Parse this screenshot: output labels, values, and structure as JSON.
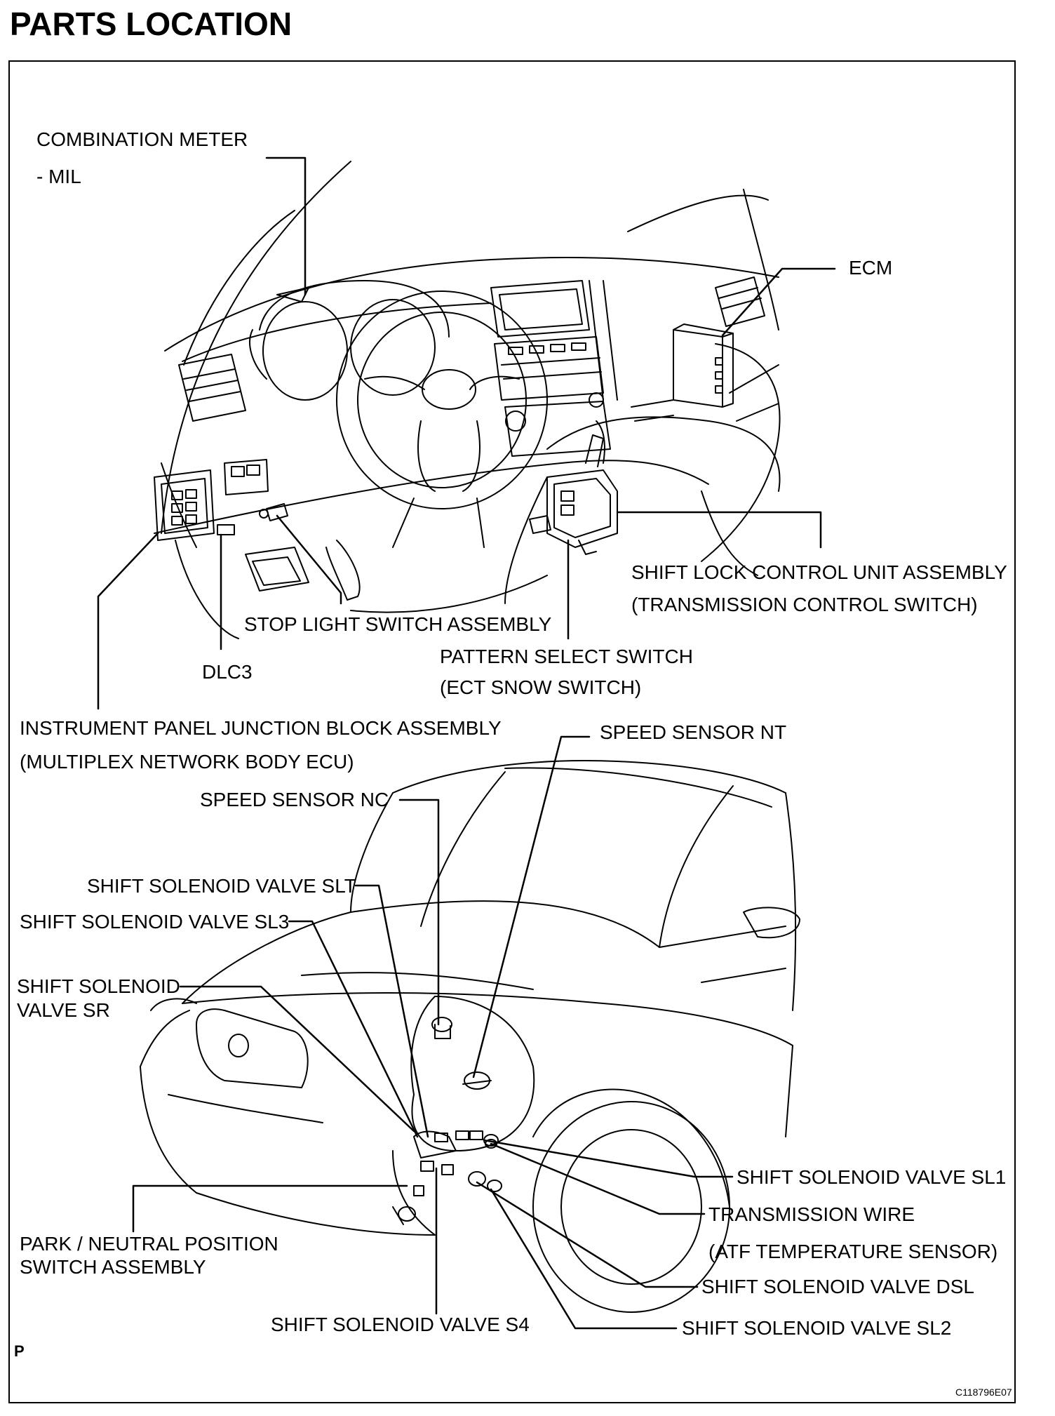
{
  "title": "PARTS LOCATION",
  "figure_id": "C118796E07",
  "corner_mark": "P",
  "labels": {
    "combination_meter": "COMBINATION METER",
    "mil": "- MIL",
    "ecm": "ECM",
    "shift_lock_1": "SHIFT LOCK CONTROL UNIT ASSEMBLY",
    "shift_lock_2": "(TRANSMISSION CONTROL SWITCH)",
    "stop_light": "STOP LIGHT SWITCH ASSEMBLY",
    "pattern_select_1": "PATTERN SELECT SWITCH",
    "pattern_select_2": "(ECT SNOW SWITCH)",
    "dlc3": "DLC3",
    "ip_junction_1": "INSTRUMENT PANEL JUNCTION BLOCK ASSEMBLY",
    "ip_junction_2": "(MULTIPLEX NETWORK BODY ECU)",
    "speed_nt": "SPEED SENSOR  NT",
    "speed_nc": "SPEED SENSOR   NC",
    "sol_slt": "SHIFT SOLENOID VALVE SLT",
    "sol_sl3": "SHIFT SOLENOID VALVE SL3",
    "sol_sr_1": "SHIFT SOLENOID",
    "sol_sr_2": "VALVE SR",
    "sol_sl1": "SHIFT SOLENOID VALVE SL1",
    "trans_wire_1": "TRANSMISSION WIRE",
    "trans_wire_2": "(ATF TEMPERATURE SENSOR)",
    "park_neutral_1": "PARK / NEUTRAL POSITION",
    "park_neutral_2": "SWITCH ASSEMBLY",
    "sol_dsl": "SHIFT SOLENOID VALVE DSL",
    "sol_s4": "SHIFT SOLENOID VALVE S4",
    "sol_sl2": "SHIFT SOLENOID VALVE SL2"
  }
}
